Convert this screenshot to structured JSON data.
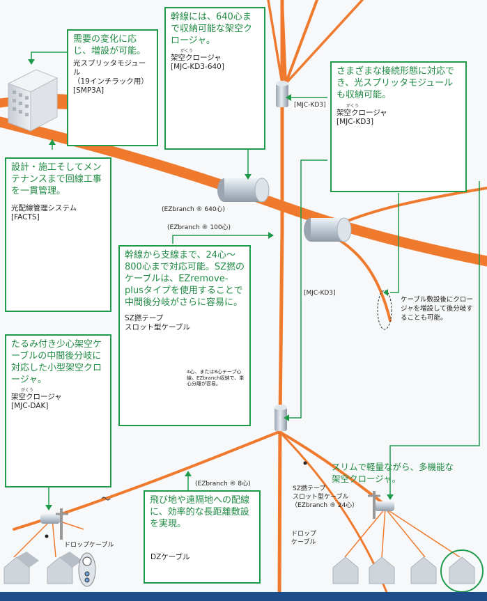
{
  "boxes": {
    "optical_splitter": {
      "heading": "需要の変化に応じ、増設が可能。",
      "label_line1": "光スプリッタモジュール",
      "label_line2": "（19インチラック用）",
      "label_line3": "[SMP3A]"
    },
    "trunk_closure": {
      "heading": "幹線には、640心まで収納可能な架空クロージャ。",
      "ruby": "がくう",
      "label_line1": "架空クロージャ",
      "label_line2": "[MJC-KD3-640]"
    },
    "various_connection": {
      "heading": "さまざまな接続形態に対応でき、光スプリッタモジュールも収納可能。",
      "ruby": "がくう",
      "label_line1": "架空クロージャ",
      "label_line2": "[MJC-KD3]"
    },
    "management": {
      "heading": "設計・施工そしてメンテナンスまで回線工事を一貫管理。",
      "label_line1": "光配線管理システム",
      "label_line2": "[FACTS]"
    },
    "sz_cable": {
      "heading": "幹線から支線まで、24心～800心まで対応可能。SZ撚のケーブルは、EZremove-plusタイプを使用することで中間後分岐がさらに容易に。",
      "label_line1": "SZ撚テープ",
      "label_line2": "スロット型ケーブル",
      "note": "4心、または8心テープ心線。EZbranch収納で、単心分離が容易。"
    },
    "small_closure": {
      "heading": "たるみ付き少心架空ケーブルの中間後分岐に対応した小型架空クロージャ。",
      "ruby": "がくう",
      "label_line1": "架空クロージャ",
      "label_line2": "[MJC-DAK]"
    },
    "long_distance": {
      "heading": "飛び地や遠隔地への配線に、効率的な長距離敷設を実現。",
      "label": "DZケーブル"
    }
  },
  "tags": {
    "mjc_kd3_top": "[MJC-KD3]",
    "ezbranch_640": "(EZbranch ® 640心)",
    "ezbranch_100": "(EZbranch ® 100心)",
    "mjc_kd3_mid": "[MJC-KD3]",
    "ezbranch_8": "(EZbranch ® 8心)"
  },
  "notes": {
    "cable_branch": "ケーブル敷設後にクロージャを増設して後分岐することも可能。",
    "drop_cable_left": "ドロップケーブル",
    "sz_24_line1": "SZ撚テープ",
    "sz_24_line2": "スロット型ケーブル",
    "sz_24_line3": "（EZbranch ® 24心）",
    "drop_cable_right_line1": "ドロップ",
    "drop_cable_right_line2": "ケーブル",
    "slim": "スリムで軽量ながら、多機能な架空クロージャ。"
  },
  "colors": {
    "accent_green": "#1f9a4a",
    "cable_orange": "#ef7a2e",
    "closure_silver": "#c9d3dc"
  }
}
